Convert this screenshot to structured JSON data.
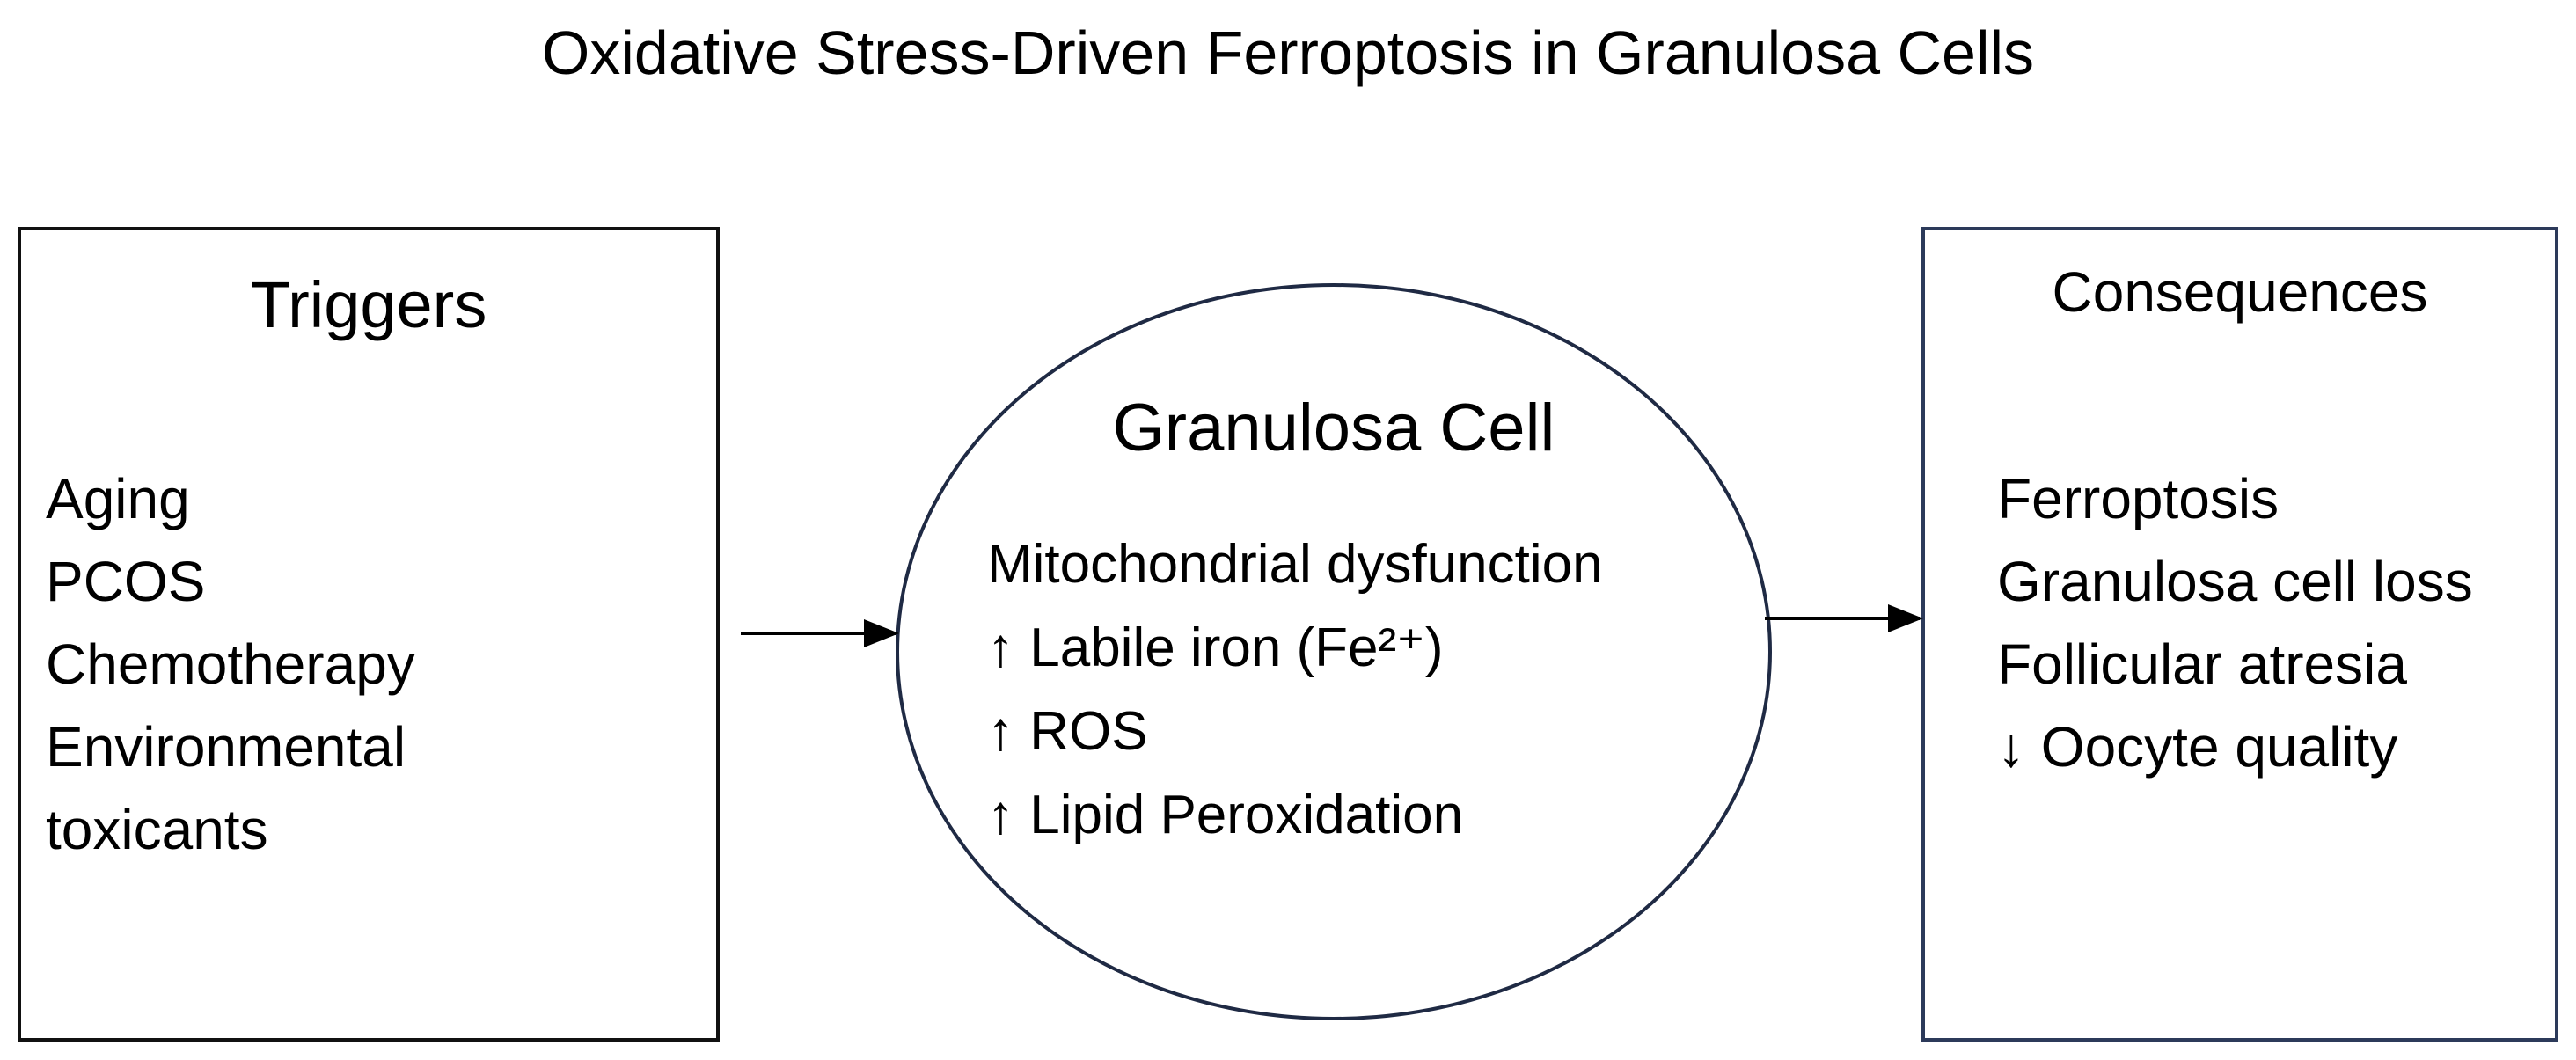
{
  "title": "Oxidative Stress-Driven Ferroptosis in Granulosa Cells",
  "triggers": {
    "heading": "Triggers",
    "items": [
      "Aging",
      "PCOS",
      "Chemotherapy",
      "Environmental",
      "toxicants"
    ]
  },
  "granulosa_cell": {
    "heading": "Granulosa Cell",
    "items": [
      "Mitochondrial dysfunction",
      "↑ Labile iron (Fe²⁺)",
      "↑ ROS",
      "↑ Lipid Peroxidation"
    ]
  },
  "consequences": {
    "heading": "Consequences",
    "items": [
      "Ferroptosis",
      "Granulosa cell loss",
      "Follicular atresia",
      "↓ Oocyte quality"
    ]
  }
}
